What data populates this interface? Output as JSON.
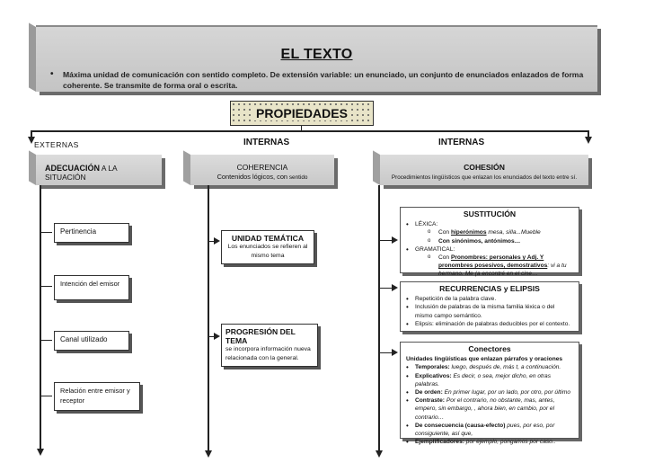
{
  "title": {
    "main": "EL TEXTO",
    "definition": "Máxima unidad de comunicación con sentido completo. De extensión variable: un enunciado, un conjunto de enunciados enlazados de forma coherente. Se transmite de forma oral o escrita."
  },
  "propiedades": "PROPIEDADES",
  "branches": {
    "externas": "EXTERNAS",
    "internas_1": "INTERNAS",
    "internas_2": "INTERNAS"
  },
  "adecuacion": {
    "bold": "ADECUACIÓN",
    "rest": " A LA SITUACIÓN"
  },
  "coherencia": {
    "title": "COHERENCIA",
    "sub": "Contenidos lógicos, con",
    "sub_small": " sentido"
  },
  "cohesion": {
    "title": "COHESIÓN",
    "sub": "Procedimientos lingüísticos que enlazan los enunciados del texto entre sí."
  },
  "externas_items": [
    "Pertinencia",
    "Intención del emisor",
    "Canal utilizado",
    "Relación entre emisor y receptor"
  ],
  "unidad_tematica": {
    "title": "UNIDAD TEMÁTICA",
    "text": "Los enunciados se refieren al mismo tema"
  },
  "progresion": {
    "title": "PROGRESIÓN DEL TEMA",
    "text": "se incorpora información nueva relacionada con la general."
  },
  "sustitucion": {
    "title": "SUSTITUCIÓN",
    "lexica": "LÉXICA:",
    "lex_1_pre": "Con ",
    "lex_1_term": "hiperónimos",
    "lex_1_ex": " mesa, silla...Mueble",
    "lex_2": "Con sinónimos, antónimos…",
    "gramatical": "GRAMATICAL:",
    "gram_1_pre": "Con ",
    "gram_1_term": "Pronombres: personales y Adj. Y pronombres posesivos, demostrativos",
    "gram_1_ex": ": vi a tu hermano. Me (a encontré en el cine…"
  },
  "recurrencias": {
    "title": "RECURRENCIAS y ELIPSIS",
    "items": [
      "Repetición de la palabra clave.",
      "Inclusión de palabras de la misma familia léxica o del mismo campo semántico.",
      "Elipsis: eliminación de palabras deducibles por el contexto."
    ]
  },
  "conectores": {
    "title": "Conectores",
    "intro": "Unidades lingüísticas que enlazan párrafos y oraciones",
    "items": [
      {
        "label": "Temporales:",
        "text": " luego, después de, más t, a continuación."
      },
      {
        "label": "Explicativos:",
        "text": " Es decir, o sea, mejor dicho, en otras palabras."
      },
      {
        "label": "De orden:",
        "text": " En primer lugar, por un lado, por otro, por último"
      },
      {
        "label": "Contraste:",
        "text": " Por el contrario, no obstante, mas, antes, empero, sin embargo, , ahora bien, en cambio, por el contrario…"
      },
      {
        "label": "De consecuencia (causa-efecto)",
        "text": " pues, por eso, por consiguiente, así que,"
      },
      {
        "label": "Ejemplificadores:",
        "text": " por ejemplo, pongamos por caso.."
      }
    ]
  }
}
